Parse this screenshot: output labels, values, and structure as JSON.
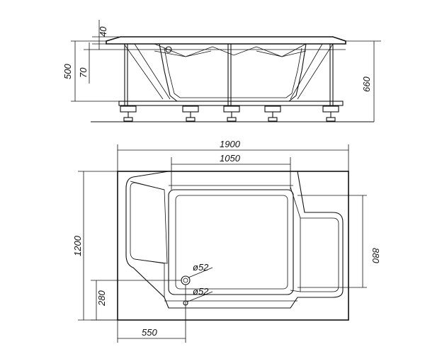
{
  "side_view": {
    "dim_40": "40",
    "dim_70": "70",
    "dim_500": "500",
    "dim_660": "660"
  },
  "top_view": {
    "dim_1900": "1900",
    "dim_1050": "1050",
    "dim_1200": "1200",
    "dim_880": "880",
    "dim_280": "280",
    "dim_550": "550",
    "drain_1": "ø52",
    "drain_2": "ø52"
  }
}
